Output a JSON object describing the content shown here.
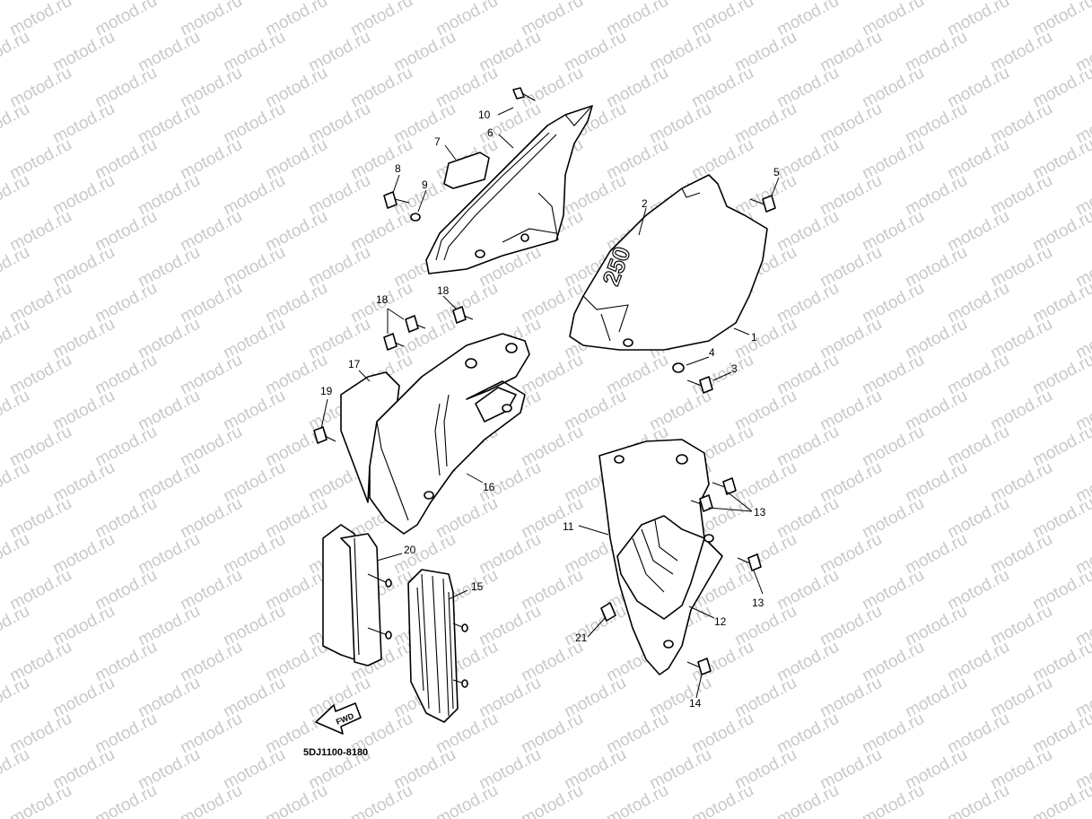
{
  "watermark": "motod.ru",
  "diagram_code": "5DJ1100-8180",
  "fwd_label": "FWD",
  "logo_text": "250",
  "callouts": [
    {
      "id": "c1",
      "label": "1"
    },
    {
      "id": "c2",
      "label": "2"
    },
    {
      "id": "c3",
      "label": "3"
    },
    {
      "id": "c4",
      "label": "4"
    },
    {
      "id": "c5",
      "label": "5"
    },
    {
      "id": "c6",
      "label": "6"
    },
    {
      "id": "c7",
      "label": "7"
    },
    {
      "id": "c8",
      "label": "8"
    },
    {
      "id": "c9",
      "label": "9"
    },
    {
      "id": "c10",
      "label": "10"
    },
    {
      "id": "c11",
      "label": "11"
    },
    {
      "id": "c12",
      "label": "12"
    },
    {
      "id": "c13a",
      "label": "13"
    },
    {
      "id": "c13b",
      "label": "13"
    },
    {
      "id": "c14",
      "label": "14"
    },
    {
      "id": "c15",
      "label": "15"
    },
    {
      "id": "c16",
      "label": "16"
    },
    {
      "id": "c17",
      "label": "17"
    },
    {
      "id": "c18a",
      "label": "18"
    },
    {
      "id": "c18b",
      "label": "18"
    },
    {
      "id": "c19",
      "label": "19"
    },
    {
      "id": "c20",
      "label": "20"
    },
    {
      "id": "c21",
      "label": "21"
    }
  ]
}
